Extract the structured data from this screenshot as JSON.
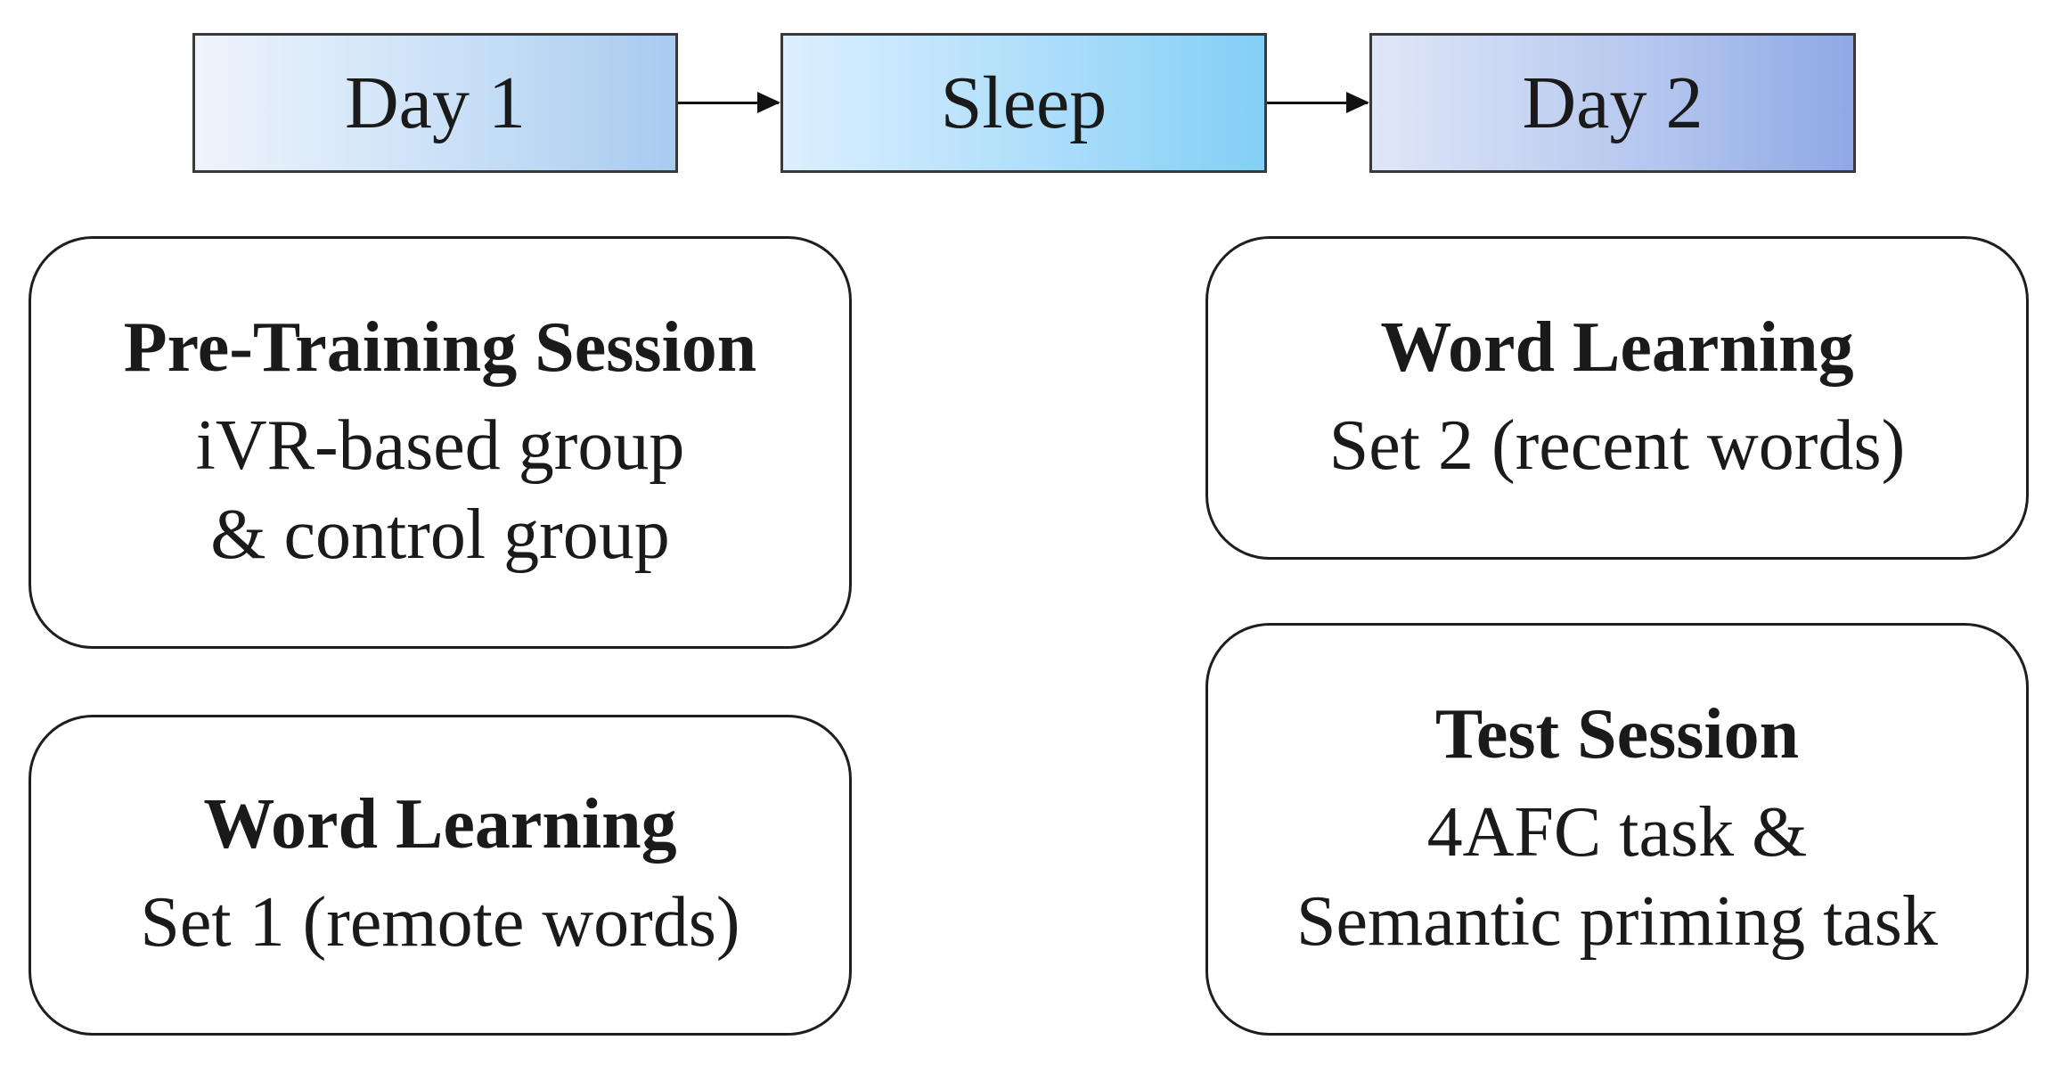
{
  "timeline": {
    "day1": "Day 1",
    "sleep": "Sleep",
    "day2": "Day 2"
  },
  "sessions": {
    "pretraining": {
      "title": "Pre-Training Session",
      "lines": [
        "iVR-based group",
        "& control group"
      ]
    },
    "wordlearn1": {
      "title": "Word Learning",
      "lines": [
        "Set 1 (remote words)"
      ]
    },
    "wordlearn2": {
      "title": "Word Learning",
      "lines": [
        "Set 2 (recent words)"
      ]
    },
    "testsession": {
      "title": "Test Session",
      "lines": [
        "4AFC task &",
        "Semantic priming task"
      ]
    }
  }
}
